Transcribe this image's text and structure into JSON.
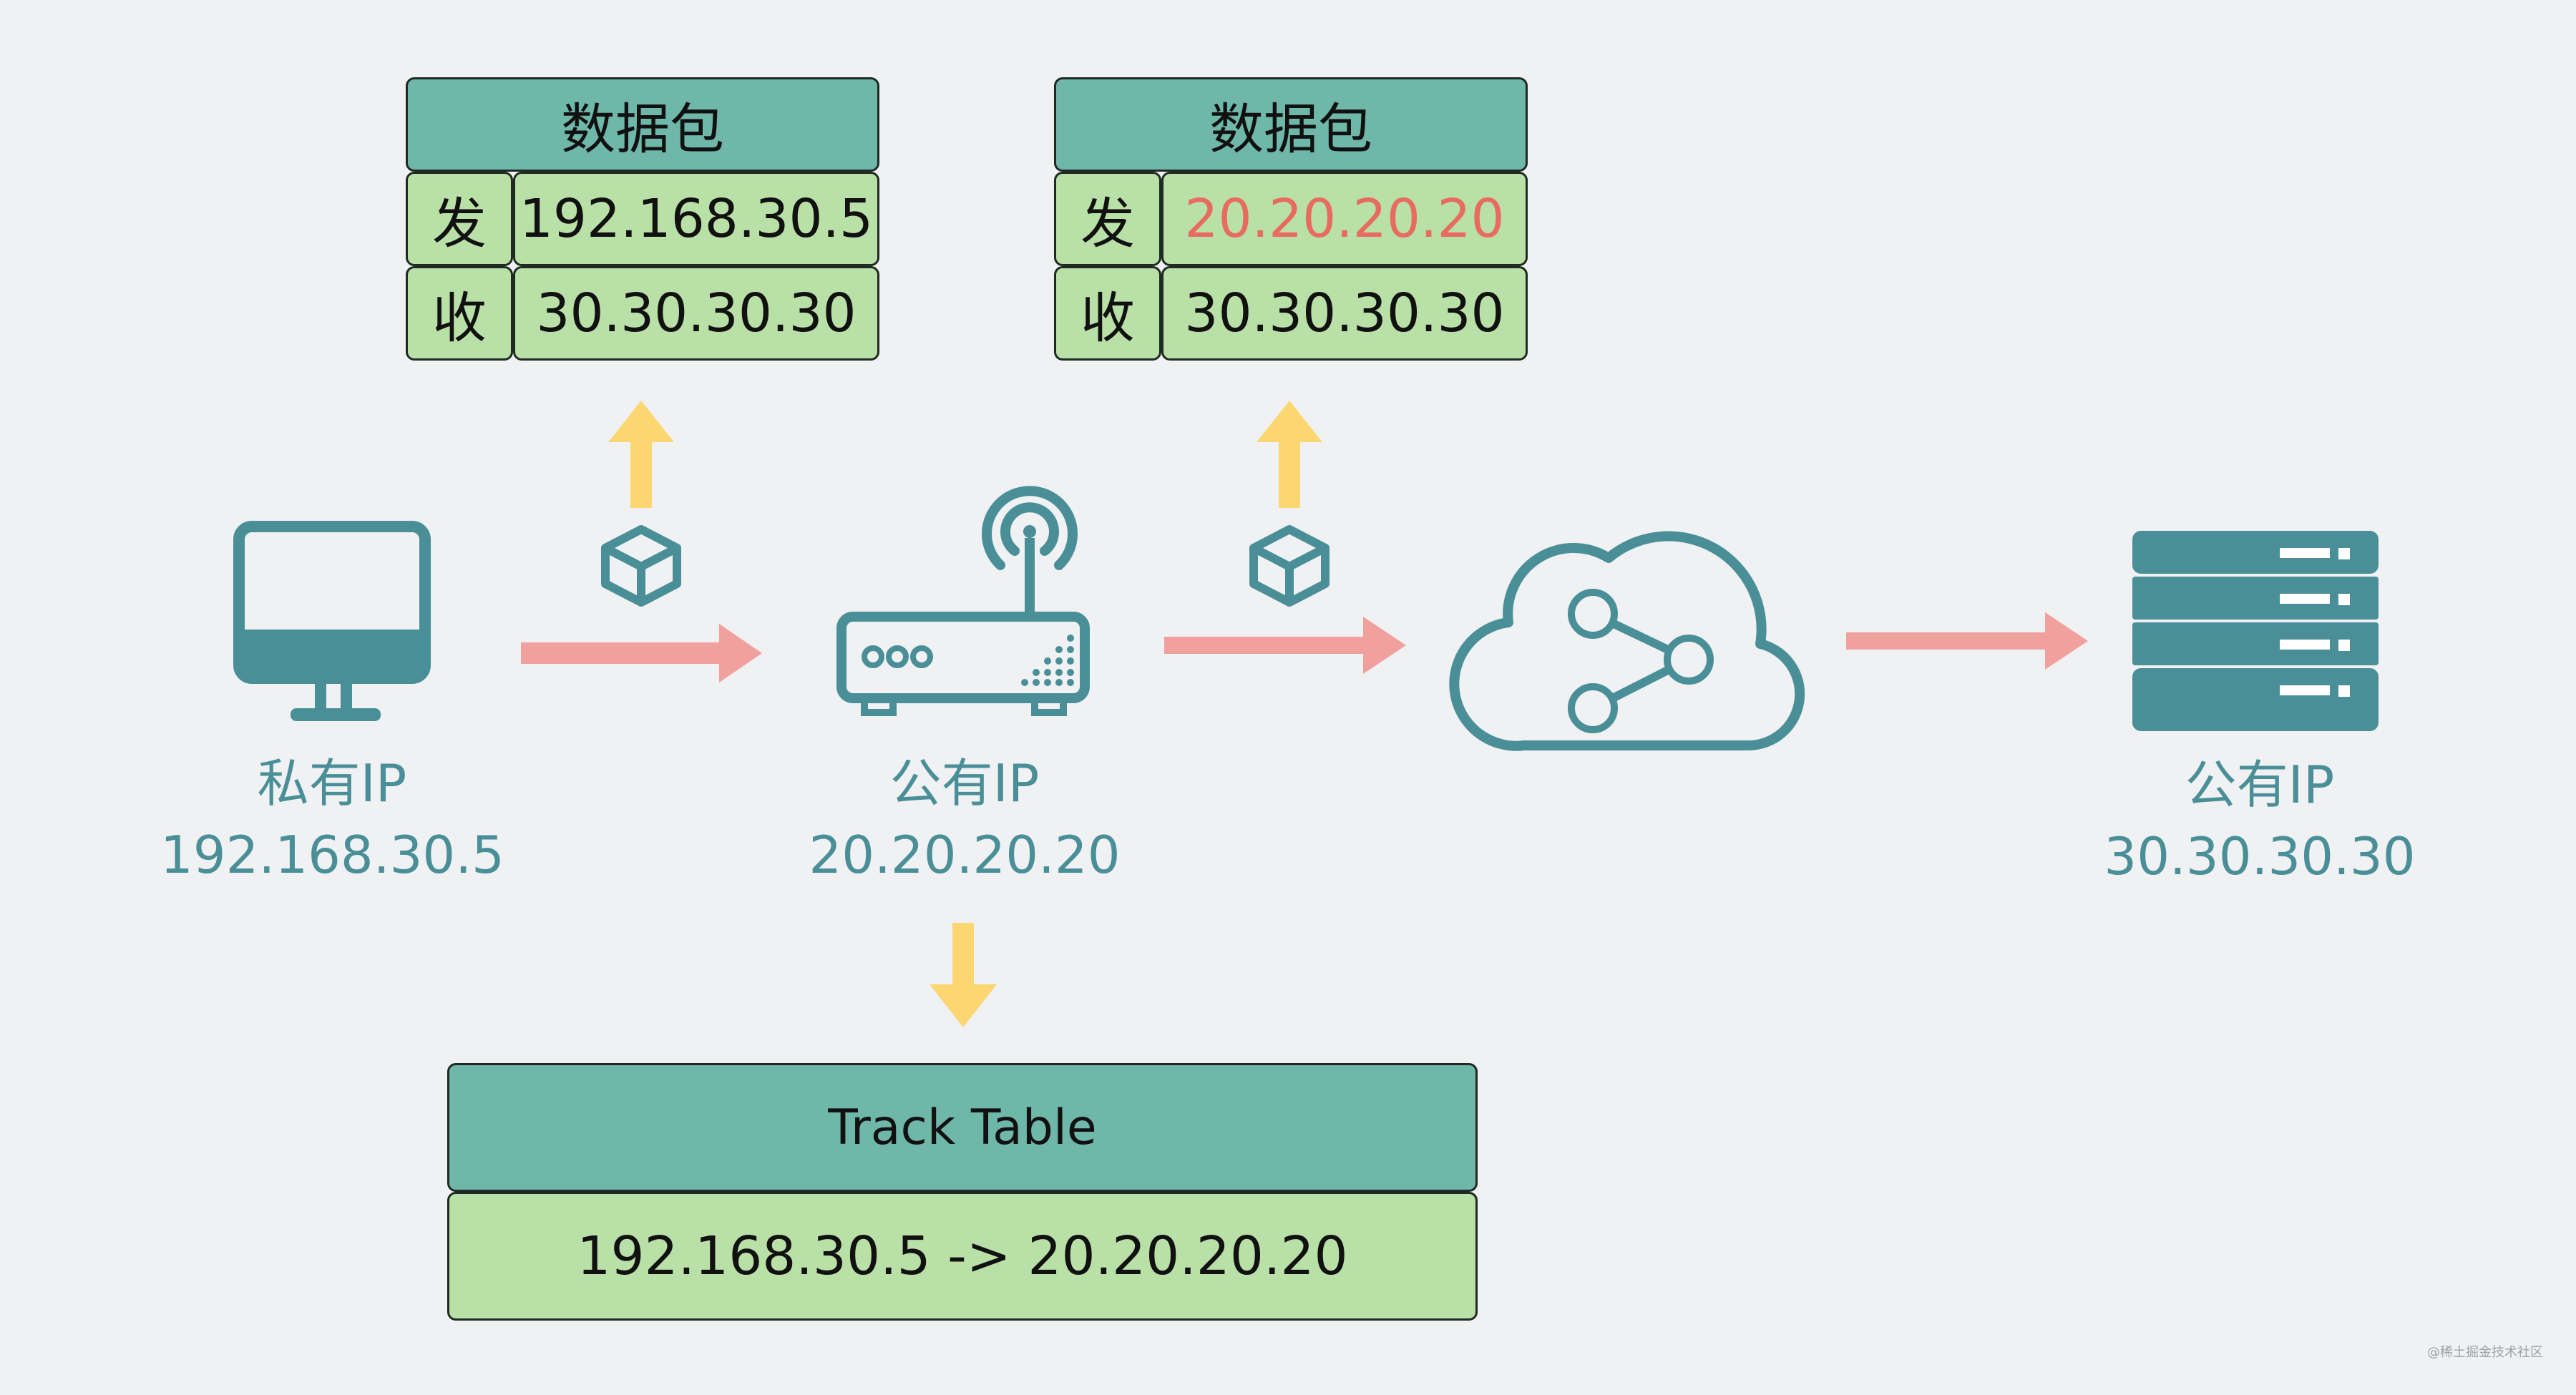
{
  "colors": {
    "background": "#eff1f3",
    "icon_teal": "#4a8f98",
    "header_green": "#6fb7a9",
    "value_green": "#b9e0a6",
    "arrow_pink": "#f0a19d",
    "arrow_yellow": "#fbd671",
    "highlight_red": "#e86b5f"
  },
  "icons": [
    "monitor-icon",
    "router-icon",
    "cloud-share-icon",
    "server-icon",
    "package-box-icon"
  ],
  "packet_left": {
    "title": "数据包",
    "src_label": "发",
    "src_value": "192.168.30.5",
    "dst_label": "收",
    "dst_value": "30.30.30.30"
  },
  "packet_right": {
    "title": "数据包",
    "src_label": "发",
    "src_value": "20.20.20.20",
    "dst_label": "收",
    "dst_value": "30.30.30.30"
  },
  "nodes": {
    "computer": {
      "label": "私有IP",
      "ip": "192.168.30.5"
    },
    "router": {
      "label": "公有IP",
      "ip": "20.20.20.20"
    },
    "server": {
      "label": "公有IP",
      "ip": "30.30.30.30"
    }
  },
  "track_table": {
    "title": "Track Table",
    "entry": "192.168.30.5 -> 20.20.20.20"
  },
  "watermark": "@稀土掘金技术社区"
}
